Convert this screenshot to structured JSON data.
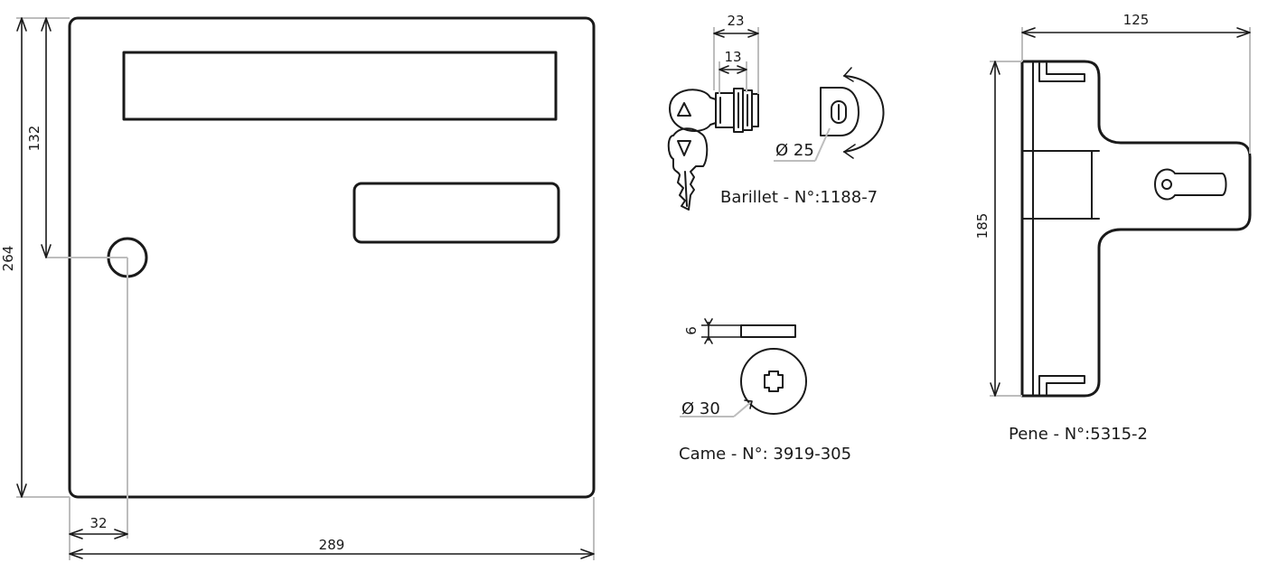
{
  "plate": {
    "width_label": "289",
    "height_label": "264",
    "hole_height_label": "132",
    "hole_offset_label": "32"
  },
  "barrel": {
    "caption": "Barillet - N°:1188-7",
    "length_label": "23",
    "shank_label": "13",
    "diameter_label": "Ø 25"
  },
  "cam": {
    "caption": "Came - N°: 3919-305",
    "thickness_label": "6",
    "diameter_label": "Ø 30"
  },
  "latch": {
    "caption": "Pene - N°:5315-2",
    "width_label": "125",
    "height_label": "185"
  },
  "colors": {
    "line": "#1a1a1a",
    "extension_line": "#bdbdbd",
    "background": "#ffffff"
  }
}
